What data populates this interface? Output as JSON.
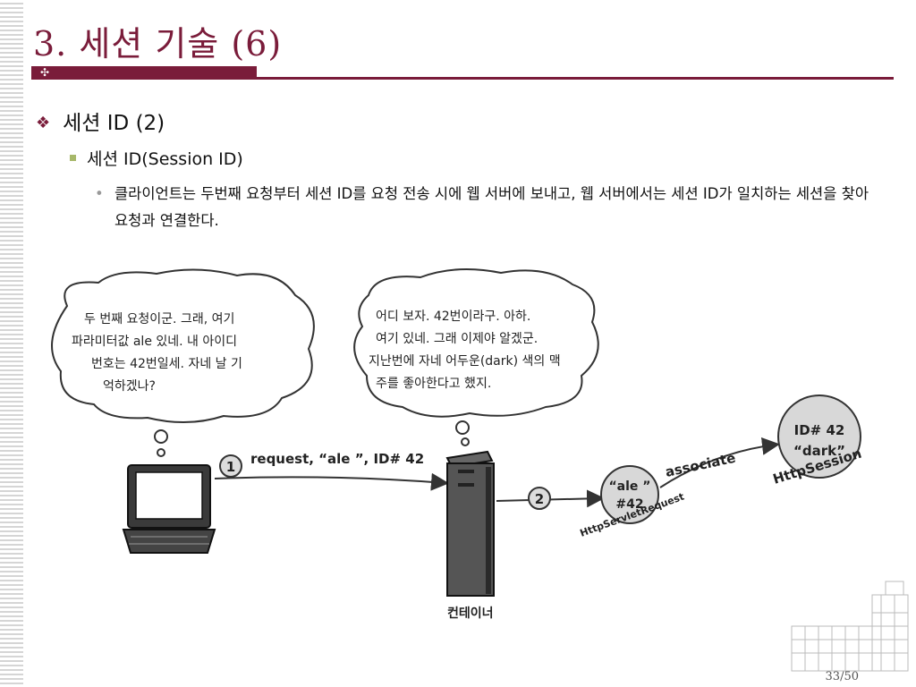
{
  "slide": {
    "title": "3. 세션 기술 (6)",
    "bullet1": "세션 ID (2)",
    "bullet2": "세션 ID(Session ID)",
    "bullet3": "클라이언트는 두번째 요청부터 세션 ID를 요청 전송 시에 웹 서버에 보내고, 웹 서버에서는 세션 ID가 일치하는 세션을 찾아 요청과 연결한다.",
    "page_number": "33/50"
  },
  "diagram": {
    "client_bubble": [
      "두 번째 요청이군. 그래, 여기",
      "파라미터값 ale 있네. 내 아이디",
      "번호는 42번일세. 자네 날 기",
      "억하겠나?"
    ],
    "container_bubble": [
      "어디 보자. 42번이라구. 아하.",
      "여기 있네. 그래 이제야 알겠군.",
      "지난번에 자네 어두운(dark) 색의 맥",
      "주를 좋아한다고 했지."
    ],
    "step1": "1",
    "step2": "2",
    "request_label": "request, “ale ”, ID# 42",
    "container_label": "컨테이너",
    "request_object": [
      "“ale ”",
      "#42"
    ],
    "request_object_caption": "HttpServletRequest",
    "associate_label": "associate",
    "session_object": [
      "ID# 42",
      "“dark”"
    ],
    "session_caption": "HttpSession"
  },
  "colors": {
    "accent": "#7a1c3a",
    "bullet2": "#a7b86a"
  }
}
